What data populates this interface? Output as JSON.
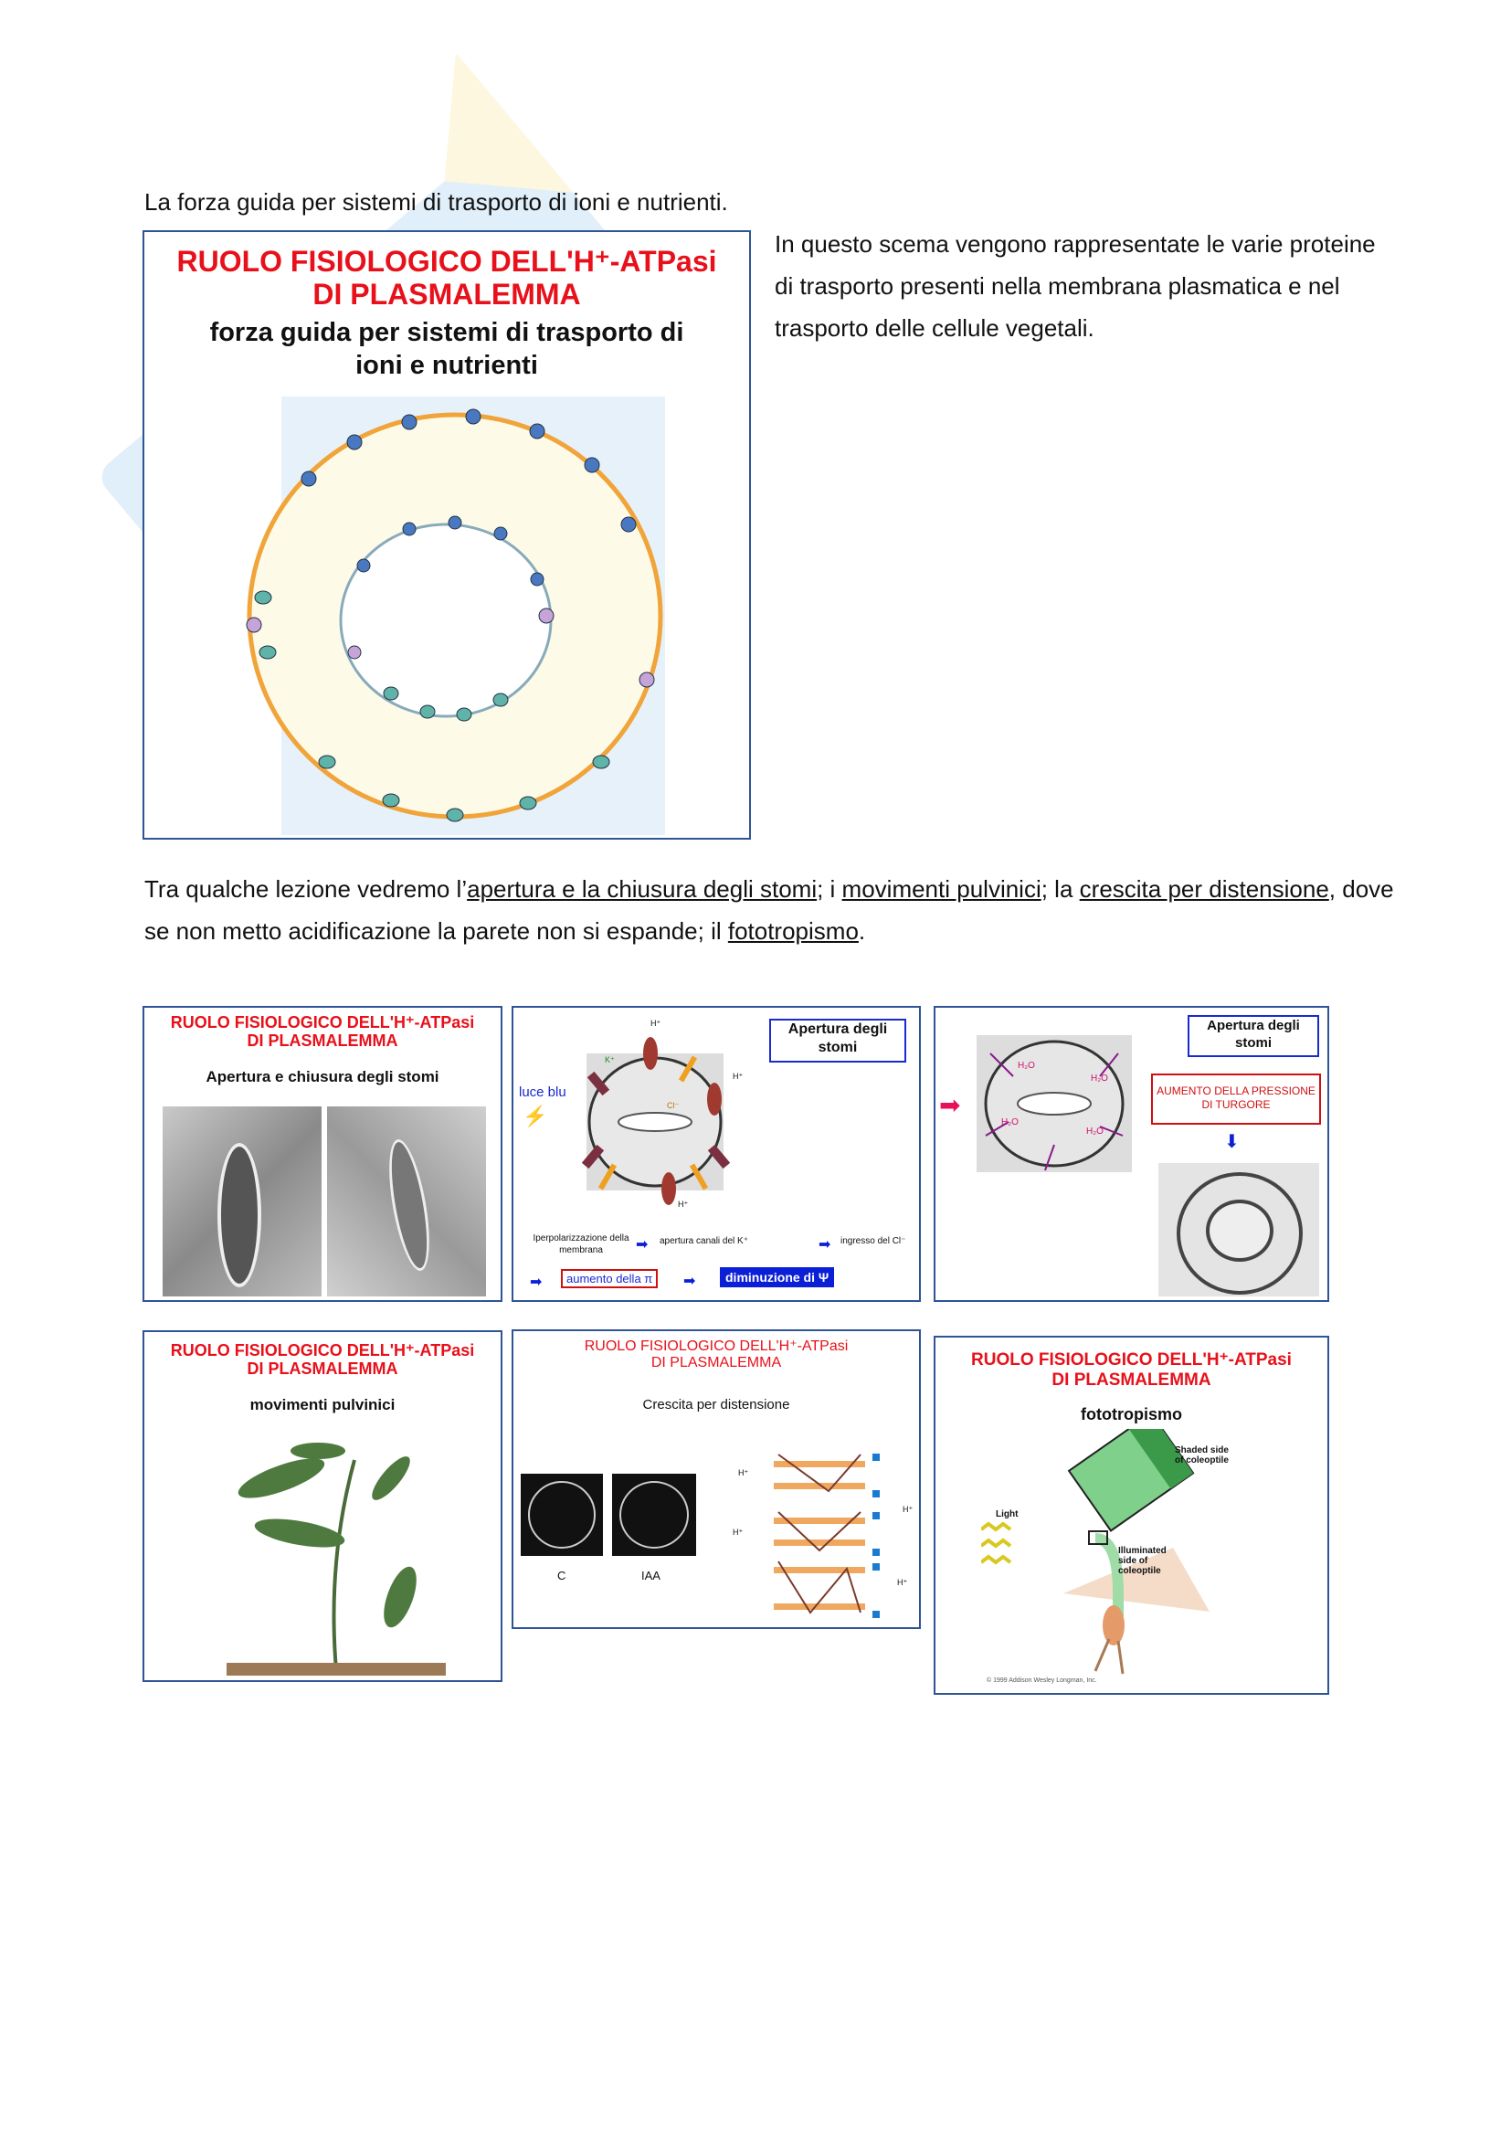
{
  "heading_line": "La forza guida per sistemi di trasporto di ioni e nutrienti.",
  "main_figure": {
    "title_line1": "RUOLO FISIOLOGICO DELL'H⁺-ATPasi",
    "title_line2": "DI PLASMALEMMA",
    "subtitle_line1": "forza guida per sistemi di trasporto di",
    "subtitle_line2": "ioni e nutrienti"
  },
  "side_text": "In questo scema vengono rappresentate le varie proteine di trasporto presenti nella membrana plasmatica e nel trasporto delle cellule vegetali.",
  "paragraph": {
    "p1": "Tra qualche lezione vedremo l’",
    "link1": "apertura e la chiusura degli stomi",
    "p2": "; i ",
    "link2": "movimenti pulvinici",
    "p3": "; la ",
    "link3": "crescita per distensione",
    "p4": ", dove se non metto acidificazione la parete non si espande; il ",
    "link4": "fototropismo",
    "p5": "."
  },
  "tiles": {
    "stomi": {
      "title1": "RUOLO FISIOLOGICO DELL'H⁺-ATPasi",
      "title2": "DI PLASMALEMMA",
      "subtitle": "Apertura e chiusura degli stomi"
    },
    "apertura": {
      "label": "Apertura degli stomi",
      "luce": "luce blu",
      "k": "K⁺",
      "cl": "Cl⁻",
      "h": "H⁺",
      "step1": "Iperpolarizzazione della membrana",
      "step2": "apertura canali del K⁺",
      "step3": "ingresso del Cl⁻",
      "step4": "aumento della π",
      "step5": "diminuzione di Ψ"
    },
    "turgore": {
      "label": "Apertura degli stomi",
      "box": "AUMENTO DELLA PRESSIONE DI TURGORE",
      "h2o": "H₂O"
    },
    "pulvinici": {
      "title1": "RUOLO FISIOLOGICO DELL'H⁺-ATPasi",
      "title2": "DI PLASMALEMMA",
      "subtitle": "movimenti pulvinici"
    },
    "crescita": {
      "title1": "RUOLO FISIOLOGICO DELL'H⁺-ATPasi",
      "title2": "DI PLASMALEMMA",
      "subtitle": "Crescita per distensione",
      "label_c": "C",
      "label_iaa": "IAA",
      "h": "H⁺"
    },
    "fototropismo": {
      "title1": "RUOLO FISIOLOGICO DELL'H⁺-ATPasi",
      "title2": "DI PLASMALEMMA",
      "subtitle": "fototropismo",
      "light": "Light",
      "shaded": "Shaded side of coleoptile",
      "illuminated": "Illuminated side of coleoptile",
      "copyright": "© 1999 Addison Wesley Longman, Inc."
    }
  },
  "colors": {
    "title_red": "#e8101a",
    "border_blue": "#2f5496",
    "arrow_blue": "#0a1fd6"
  }
}
